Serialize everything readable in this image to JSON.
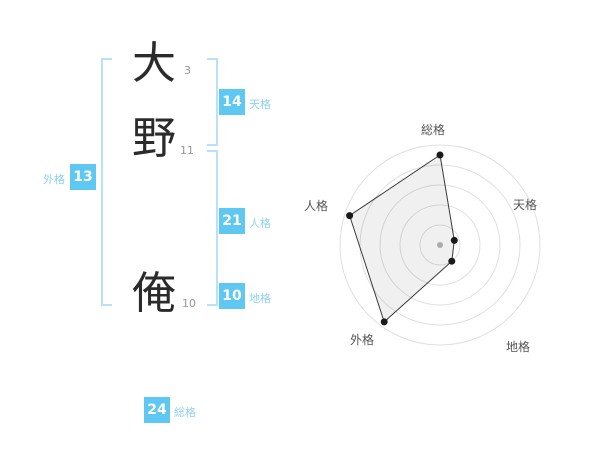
{
  "name": {
    "characters": [
      {
        "char": "大",
        "strokes": "3"
      },
      {
        "char": "野",
        "strokes": "11"
      },
      {
        "char": "俺",
        "strokes": "10"
      }
    ]
  },
  "kaku": {
    "tenkaku": {
      "label": "天格",
      "value": "14"
    },
    "jinkaku": {
      "label": "人格",
      "value": "21"
    },
    "chikaku": {
      "label": "地格",
      "value": "10"
    },
    "gaikaku": {
      "label": "外格",
      "value": "13"
    },
    "soukaku": {
      "label": "総格",
      "value": "24"
    }
  },
  "colors": {
    "value_box": "#5ec8f2",
    "label_text": "#8fd2f3",
    "bracket": "#b9e2f8",
    "char_text": "#2b2b2b",
    "stroke_number": "#999999"
  },
  "chart_data": {
    "type": "radar",
    "axes": [
      "総格",
      "天格",
      "地格",
      "外格",
      "人格"
    ],
    "values": [
      90,
      15,
      20,
      95,
      95
    ],
    "max": 100,
    "rings": 5,
    "legend": "none",
    "grid": "concentric-circles",
    "ring_color": "#e0e0e0",
    "polygon_fill": "rgba(0,0,0,0.06)",
    "polygon_stroke": "#3a3a3a",
    "vertex_color": "#1a1a1a",
    "center_dot_color": "#ababab"
  }
}
